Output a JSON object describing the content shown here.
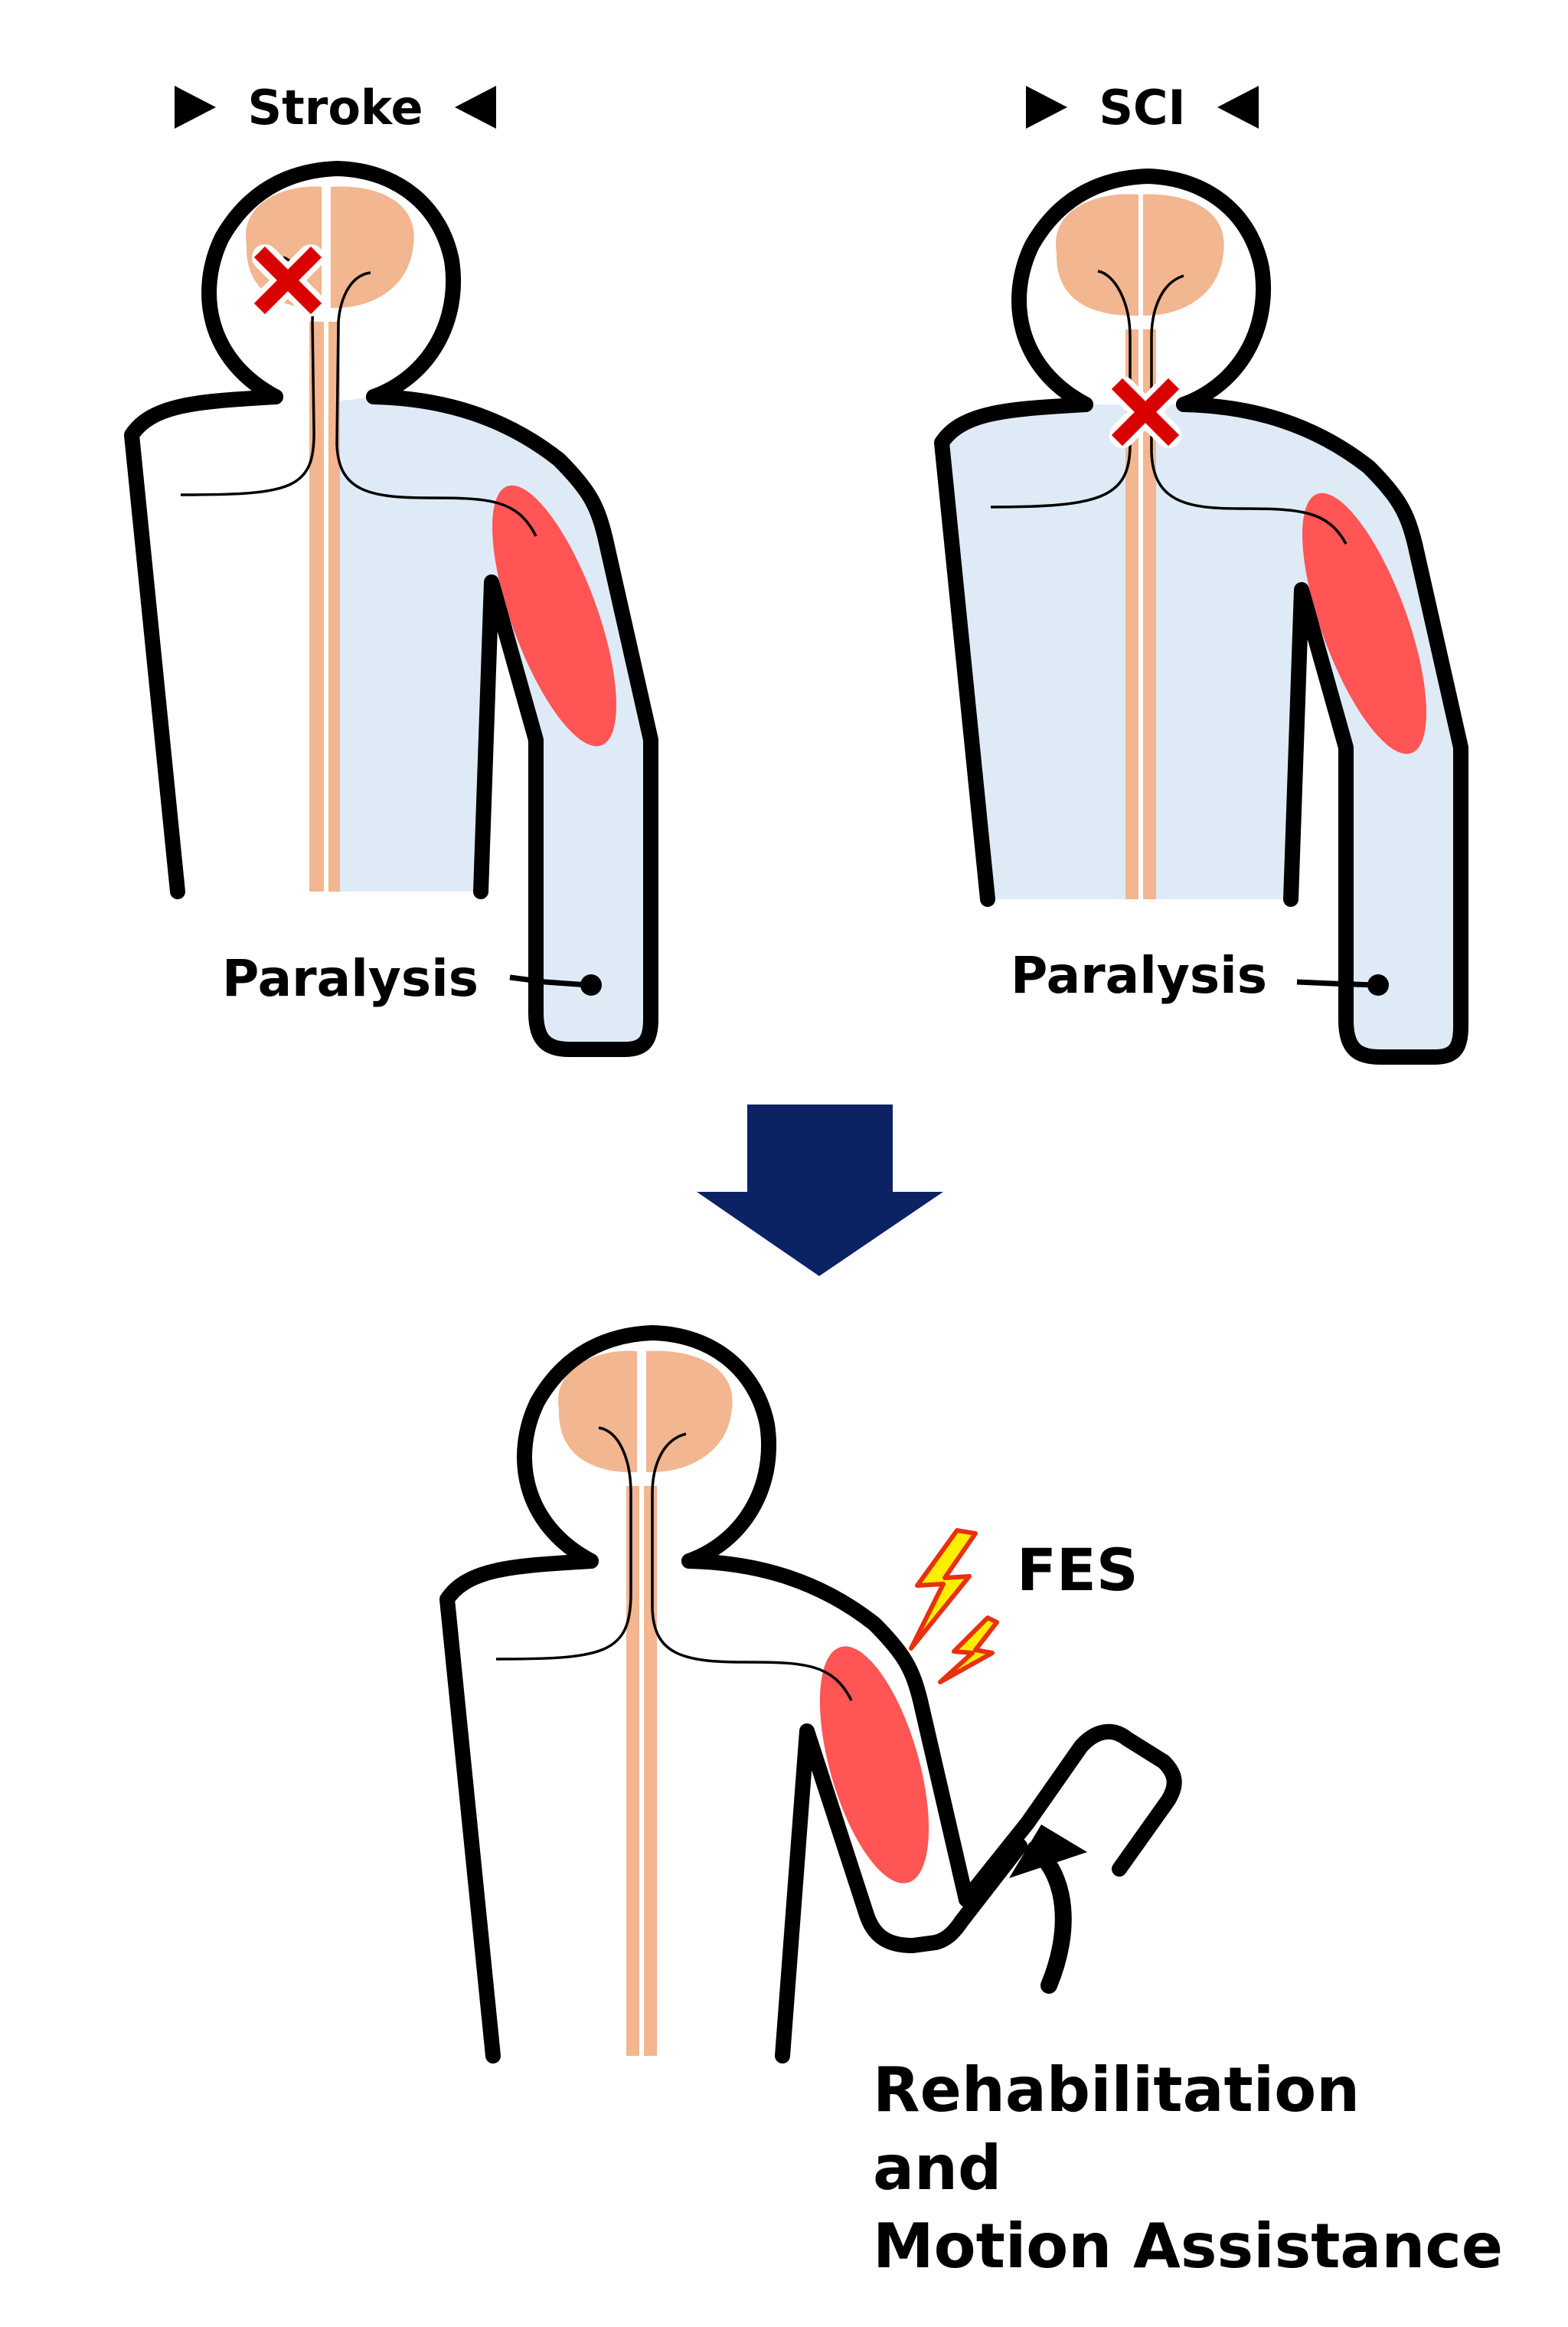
{
  "panels": {
    "stroke": {
      "title": "Stroke",
      "label": "Paralysis"
    },
    "sci": {
      "title": "SCI",
      "label": "Paralysis"
    }
  },
  "fes": {
    "label": "FES"
  },
  "rehab": {
    "line1": "Rehabilitation",
    "line2": "and",
    "line3": "Motion Assistance"
  },
  "colors": {
    "brain": "#f2b690",
    "spinal_cord": "#f2b690",
    "paralyzed_region": "#deebf7",
    "muscle": "#ff5555",
    "lesion_mark": "#d90000",
    "arrow": "#0b2265",
    "lightning_fill": "#ffee00",
    "lightning_stroke": "#e83010",
    "outline": "#000000"
  },
  "icons": {
    "lesion": "x-mark-icon",
    "transition": "down-arrow-icon",
    "stimulation": "lightning-icon",
    "movement": "curved-arrow-icon"
  }
}
